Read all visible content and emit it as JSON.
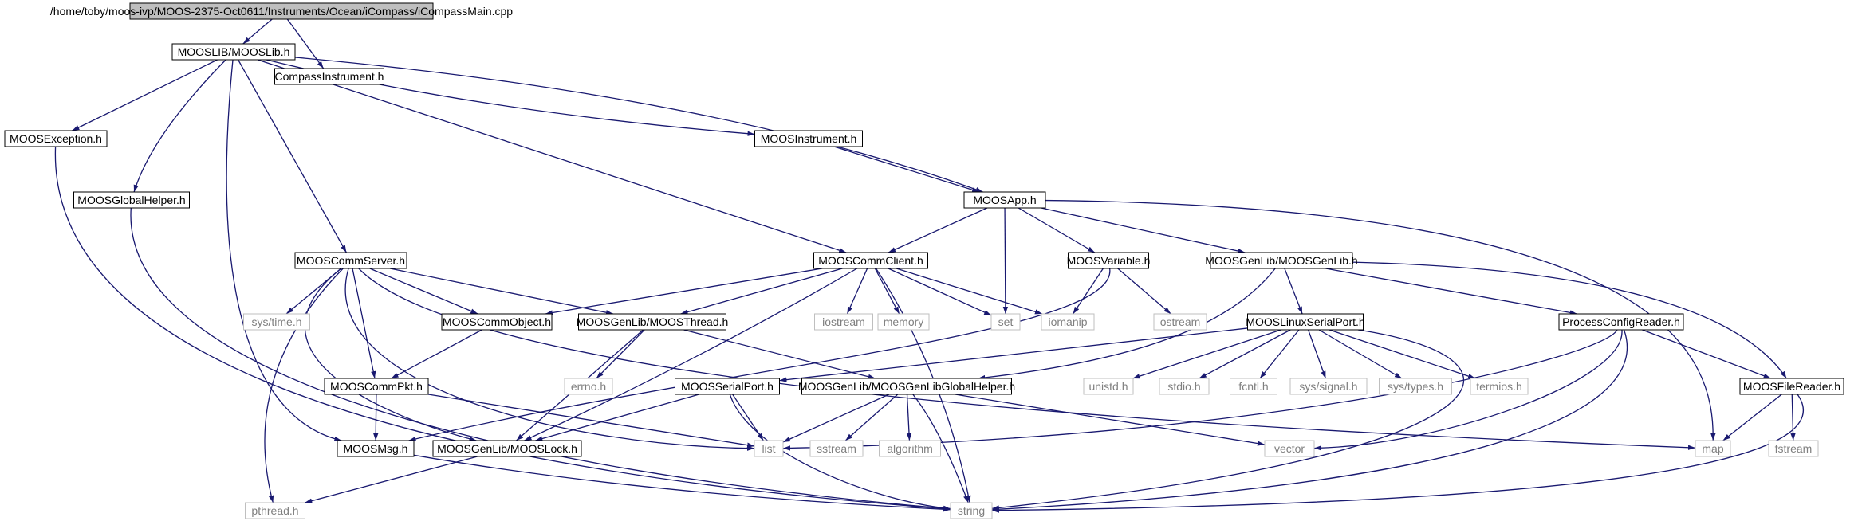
{
  "colors": {
    "edge": "#191970",
    "root_fill": "#bfbfbf",
    "node_border": "#000000",
    "system_border": "#bfbfbf",
    "system_text": "#7f7f7f",
    "node_text": "#000000"
  },
  "nodes": {
    "icompassmain": {
      "label": "/home/toby/moos-ivp/MOOS-2375-Oct0611/Instruments/Ocean/iCompass/iCompassMain.cpp",
      "kind": "root"
    },
    "mooslib": {
      "label": "MOOSLIB/MOOSLib.h",
      "kind": "header"
    },
    "compassinstrument": {
      "label": "CompassInstrument.h",
      "kind": "header"
    },
    "moosexception": {
      "label": "MOOSException.h",
      "kind": "header"
    },
    "moosinstrument": {
      "label": "MOOSInstrument.h",
      "kind": "header"
    },
    "moosglobalhelper": {
      "label": "MOOSGlobalHelper.h",
      "kind": "header"
    },
    "moosapp": {
      "label": "MOOSApp.h",
      "kind": "header"
    },
    "mooscommserver": {
      "label": "MOOSCommServer.h",
      "kind": "header"
    },
    "mooscommclient": {
      "label": "MOOSCommClient.h",
      "kind": "header"
    },
    "moosvariable": {
      "label": "MOOSVariable.h",
      "kind": "header"
    },
    "moosgenlib": {
      "label": "MOOSGenLib/MOOSGenLib.h",
      "kind": "header"
    },
    "systime": {
      "label": "sys/time.h",
      "kind": "system"
    },
    "mooscommobject": {
      "label": "MOOSCommObject.h",
      "kind": "header"
    },
    "moosthread": {
      "label": "MOOSGenLib/MOOSThread.h",
      "kind": "header"
    },
    "iostream": {
      "label": "iostream",
      "kind": "system"
    },
    "memory": {
      "label": "memory",
      "kind": "system"
    },
    "set": {
      "label": "set",
      "kind": "system"
    },
    "iomanip": {
      "label": "iomanip",
      "kind": "system"
    },
    "ostream": {
      "label": "ostream",
      "kind": "system"
    },
    "mooslinuxserialport": {
      "label": "MOOSLinuxSerialPort.h",
      "kind": "header"
    },
    "processconfigreader": {
      "label": "ProcessConfigReader.h",
      "kind": "header"
    },
    "mooscommpkt": {
      "label": "MOOSCommPkt.h",
      "kind": "header"
    },
    "errno": {
      "label": "errno.h",
      "kind": "system"
    },
    "moosserialport": {
      "label": "MOOSSerialPort.h",
      "kind": "header"
    },
    "moosgenlibglobalhelper": {
      "label": "MOOSGenLib/MOOSGenLibGlobalHelper.h",
      "kind": "header"
    },
    "unistd": {
      "label": "unistd.h",
      "kind": "system"
    },
    "stdio": {
      "label": "stdio.h",
      "kind": "system"
    },
    "fcntl": {
      "label": "fcntl.h",
      "kind": "system"
    },
    "syssignal": {
      "label": "sys/signal.h",
      "kind": "system"
    },
    "systypes": {
      "label": "sys/types.h",
      "kind": "system"
    },
    "termios": {
      "label": "termios.h",
      "kind": "system"
    },
    "moosfilereader": {
      "label": "MOOSFileReader.h",
      "kind": "header"
    },
    "moosmsg": {
      "label": "MOOSMsg.h",
      "kind": "header"
    },
    "mooslock": {
      "label": "MOOSGenLib/MOOSLock.h",
      "kind": "header"
    },
    "list": {
      "label": "list",
      "kind": "system"
    },
    "sstream": {
      "label": "sstream",
      "kind": "system"
    },
    "algorithm": {
      "label": "algorithm",
      "kind": "system"
    },
    "vector": {
      "label": "vector",
      "kind": "system"
    },
    "map": {
      "label": "map",
      "kind": "system"
    },
    "fstream": {
      "label": "fstream",
      "kind": "system"
    },
    "pthread": {
      "label": "pthread.h",
      "kind": "system"
    },
    "string": {
      "label": "string",
      "kind": "system"
    }
  },
  "edges": [
    [
      "icompassmain",
      "mooslib"
    ],
    [
      "icompassmain",
      "compassinstrument"
    ],
    [
      "mooslib",
      "moosexception"
    ],
    [
      "mooslib",
      "moosglobalhelper"
    ],
    [
      "mooslib",
      "mooscommserver"
    ],
    [
      "mooslib",
      "moosmsg"
    ],
    [
      "mooslib",
      "mooscommclient"
    ],
    [
      "mooslib",
      "moosinstrument"
    ],
    [
      "mooslib",
      "moosapp"
    ],
    [
      "moosexception",
      "string"
    ],
    [
      "moosglobalhelper",
      "string"
    ],
    [
      "moosinstrument",
      "moosapp"
    ],
    [
      "moosapp",
      "mooscommclient"
    ],
    [
      "moosapp",
      "set"
    ],
    [
      "moosapp",
      "moosvariable"
    ],
    [
      "moosapp",
      "moosgenlib"
    ],
    [
      "moosapp",
      "map"
    ],
    [
      "mooscommserver",
      "systime"
    ],
    [
      "mooscommserver",
      "pthread"
    ],
    [
      "mooscommserver",
      "mooscommobject"
    ],
    [
      "mooscommserver",
      "moosthread"
    ],
    [
      "mooscommserver",
      "mooscommpkt"
    ],
    [
      "mooscommserver",
      "mooslock"
    ],
    [
      "mooscommserver",
      "list"
    ],
    [
      "mooscommserver",
      "map"
    ],
    [
      "mooscommclient",
      "mooscommobject"
    ],
    [
      "mooscommclient",
      "moosthread"
    ],
    [
      "mooscommclient",
      "iostream"
    ],
    [
      "mooscommclient",
      "memory"
    ],
    [
      "mooscommclient",
      "set"
    ],
    [
      "mooscommclient",
      "iomanip"
    ],
    [
      "mooscommclient",
      "mooslock"
    ],
    [
      "mooscommclient",
      "string"
    ],
    [
      "moosvariable",
      "iomanip"
    ],
    [
      "moosvariable",
      "ostream"
    ],
    [
      "moosvariable",
      "moosmsg"
    ],
    [
      "moosgenlib",
      "mooslinuxserialport"
    ],
    [
      "moosgenlib",
      "processconfigreader"
    ],
    [
      "moosgenlib",
      "moosfilereader"
    ],
    [
      "moosgenlib",
      "moosgenlibglobalhelper"
    ],
    [
      "mooscommobject",
      "mooscommpkt"
    ],
    [
      "moosthread",
      "errno"
    ],
    [
      "moosthread",
      "mooslock"
    ],
    [
      "moosthread",
      "moosgenlibglobalhelper"
    ],
    [
      "mooscommpkt",
      "moosmsg"
    ],
    [
      "mooscommpkt",
      "list"
    ],
    [
      "mooslinuxserialport",
      "moosserialport"
    ],
    [
      "mooslinuxserialport",
      "unistd"
    ],
    [
      "mooslinuxserialport",
      "stdio"
    ],
    [
      "mooslinuxserialport",
      "fcntl"
    ],
    [
      "mooslinuxserialport",
      "syssignal"
    ],
    [
      "mooslinuxserialport",
      "systypes"
    ],
    [
      "mooslinuxserialport",
      "termios"
    ],
    [
      "mooslinuxserialport",
      "string"
    ],
    [
      "processconfigreader",
      "moosfilereader"
    ],
    [
      "processconfigreader",
      "list"
    ],
    [
      "processconfigreader",
      "vector"
    ],
    [
      "processconfigreader",
      "string"
    ],
    [
      "moosserialport",
      "mooslock"
    ],
    [
      "moosserialport",
      "list"
    ],
    [
      "moosserialport",
      "string"
    ],
    [
      "moosgenlibglobalhelper",
      "list"
    ],
    [
      "moosgenlibglobalhelper",
      "sstream"
    ],
    [
      "moosgenlibglobalhelper",
      "algorithm"
    ],
    [
      "moosgenlibglobalhelper",
      "vector"
    ],
    [
      "moosgenlibglobalhelper",
      "string"
    ],
    [
      "moosfilereader",
      "map"
    ],
    [
      "moosfilereader",
      "fstream"
    ],
    [
      "moosfilereader",
      "string"
    ],
    [
      "moosmsg",
      "string"
    ],
    [
      "mooslock",
      "pthread"
    ]
  ]
}
